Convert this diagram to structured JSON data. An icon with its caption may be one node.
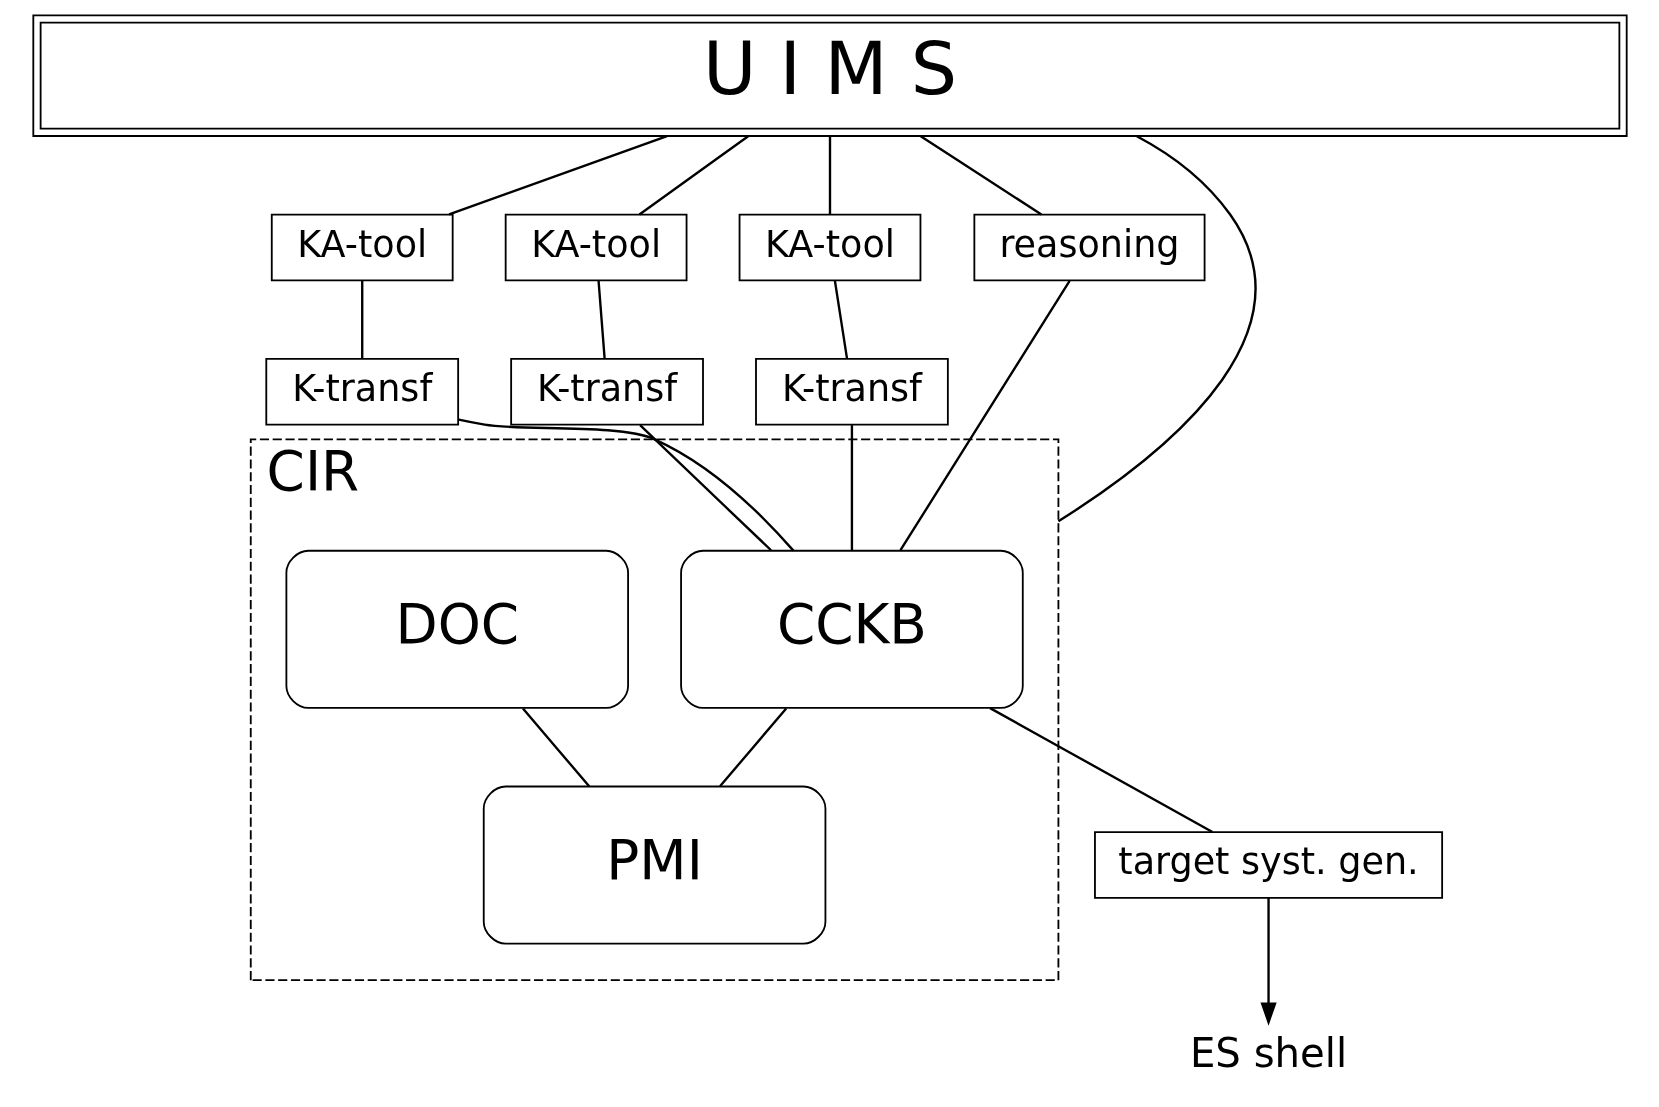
{
  "diagram": {
    "nodes": [
      {
        "text": [
          "U I M S"
        ]
      },
      {
        "text": [
          "KA-tool"
        ]
      },
      {
        "text": [
          "KA-tool"
        ]
      },
      {
        "text": [
          "KA-tool"
        ]
      },
      {
        "text": [
          "K-transf"
        ]
      },
      {
        "text": [
          "K-transf"
        ]
      },
      {
        "text": [
          "K-transf"
        ]
      },
      {
        "text": [
          "reasoning"
        ]
      },
      {
        "text": [
          "CIR"
        ]
      },
      {
        "text": [
          "CCKB"
        ],
        "in": 8
      },
      {
        "text": [
          "DOC"
        ],
        "in": 8
      },
      {
        "text": [
          "PMI"
        ],
        "in": 8
      },
      {
        "text": [
          "target syst. gen."
        ]
      },
      {
        "text": [
          "ES shell"
        ]
      }
    ],
    "edges": [
      {
        "from": 0,
        "to": 8,
        "arrow": "none"
      },
      {
        "from": 0,
        "to": 1,
        "arrow": "none"
      },
      {
        "from": 0,
        "to": 2,
        "arrow": "none"
      },
      {
        "from": 0,
        "to": 3,
        "arrow": "none"
      },
      {
        "from": 0,
        "to": 7,
        "arrow": "none"
      },
      {
        "from": 1,
        "to": 4,
        "arrow": "none"
      },
      {
        "from": 2,
        "to": 5,
        "arrow": "none"
      },
      {
        "from": 3,
        "to": 6,
        "arrow": "none"
      },
      {
        "from": 4,
        "to": 9,
        "arrow": "none"
      },
      {
        "from": 5,
        "to": 9,
        "arrow": "none"
      },
      {
        "from": 6,
        "to": 9,
        "arrow": "none"
      },
      {
        "from": 7,
        "to": 9,
        "arrow": "none"
      },
      {
        "from": 9,
        "to": 12,
        "arrow": "none"
      },
      {
        "from": 12,
        "to": 13,
        "arrow": "to"
      },
      {
        "from": 9,
        "to": 11,
        "arrow": "none"
      },
      {
        "from": 10,
        "to": 11,
        "arrow": "none"
      }
    ]
  }
}
